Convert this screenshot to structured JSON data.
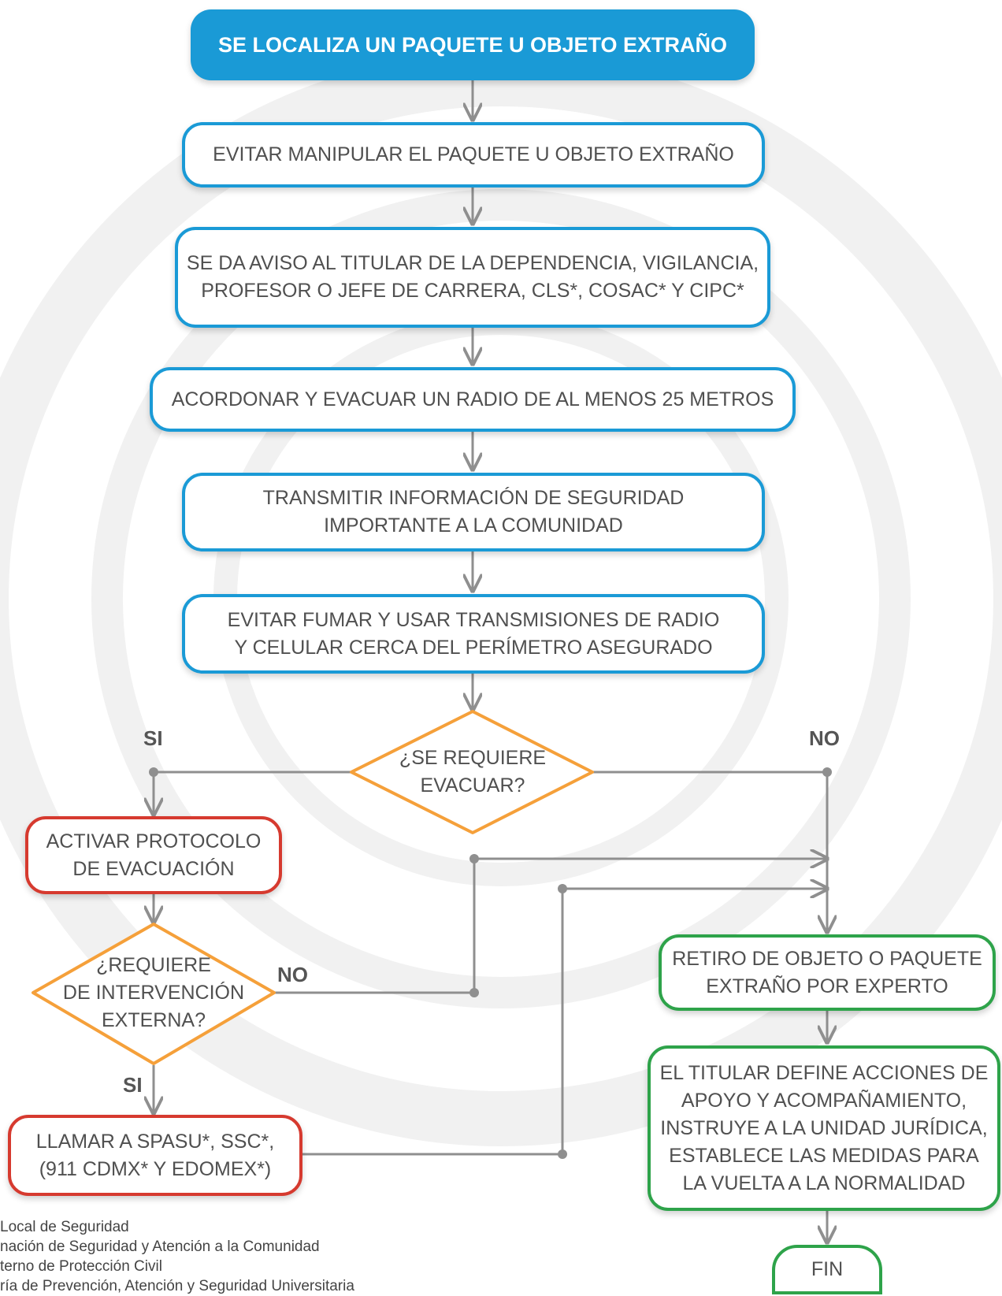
{
  "nodes": {
    "start": "SE LOCALIZA UN PAQUETE U OBJETO EXTRAÑO",
    "avoid_handling": "EVITAR MANIPULAR EL PAQUETE U OBJETO EXTRAÑO",
    "notify": "SE DA AVISO AL TITULAR DE LA DEPENDENCIA, VIGILANCIA,\nPROFESOR O JEFE DE CARRERA, CLS*, COSAC* Y CIPC*",
    "cordon": "ACORDONAR Y EVACUAR UN RADIO DE AL MENOS 25 METROS",
    "transmit": "TRANSMITIR INFORMACIÓN DE SEGURIDAD\nIMPORTANTE A LA COMUNIDAD",
    "no_smoking": "EVITAR FUMAR Y USAR TRANSMISIONES DE RADIO\nY CELULAR CERCA DEL PERÍMETRO ASEGURADO",
    "decision_evacuate": "¿SE REQUIERE\nEVACUAR?",
    "activate_protocol": "ACTIVAR PROTOCOLO\nDE EVACUACIÓN",
    "decision_external": "¿REQUIERE\nDE INTERVENCIÓN\nEXTERNA?",
    "call": "LLAMAR A SPASU*, SSC*,\n(911 CDMX* Y EDOMEX*)",
    "removal": "RETIRO DE OBJETO O PAQUETE\nEXTRAÑO POR EXPERTO",
    "actions": "EL TITULAR DEFINE ACCIONES DE\nAPOYO Y ACOMPAÑAMIENTO,\nINSTRUYE A LA UNIDAD JURÍDICA,\nESTABLECE LAS MEDIDAS PARA\nLA VUELTA A LA NORMALIDAD",
    "end": "FIN"
  },
  "labels": {
    "yes_1": "SI",
    "no_1": "NO",
    "no_2": "NO",
    "yes_2": "SI"
  },
  "legend": [
    "Local de Seguridad",
    "nación de Seguridad y Atención a la Comunidad",
    "terno de Protección Civil",
    "ría de Prevención, Atención y Seguridad Universitaria"
  ],
  "colors": {
    "blue": "#1a9ad6",
    "orange": "#f5a03a",
    "red": "#d63a2f",
    "green": "#2ea34a",
    "connector": "#8f8f8f"
  }
}
